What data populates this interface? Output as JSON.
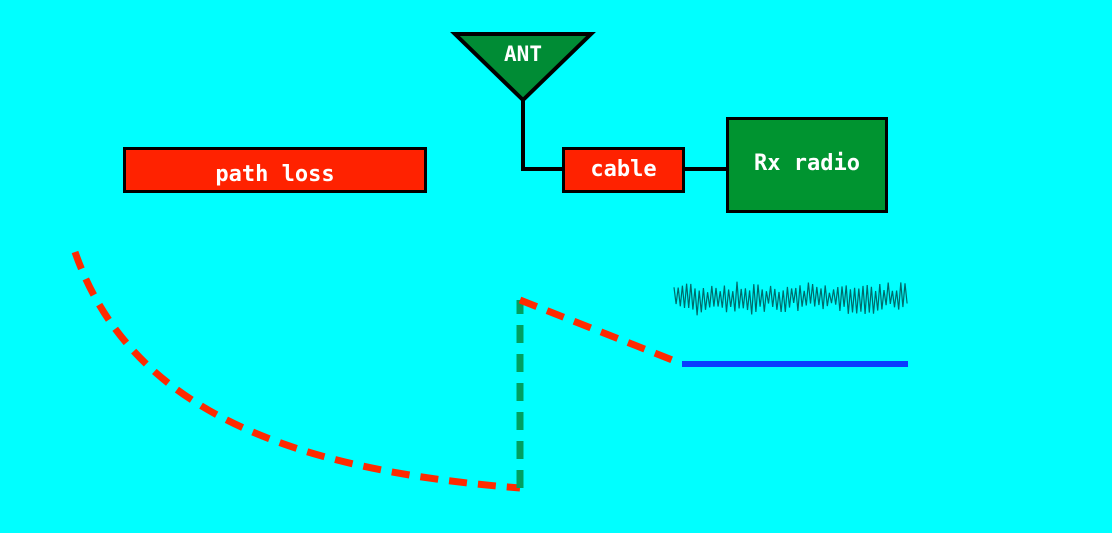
{
  "diagram": {
    "antenna": {
      "label": "ANT",
      "color": "#008c35"
    },
    "path_loss": {
      "label": "path loss",
      "color": "#ff2200"
    },
    "cable": {
      "label": "cable",
      "color": "#ff2200"
    },
    "receiver": {
      "label": "Rx radio",
      "color": "#009430"
    }
  },
  "colors": {
    "background": "#00ffff",
    "loss_curve": "#ff2a00",
    "gain_step": "#00a060",
    "noise": "#006a6a",
    "sensitivity_line": "#0a3cff",
    "outline": "#000000"
  }
}
